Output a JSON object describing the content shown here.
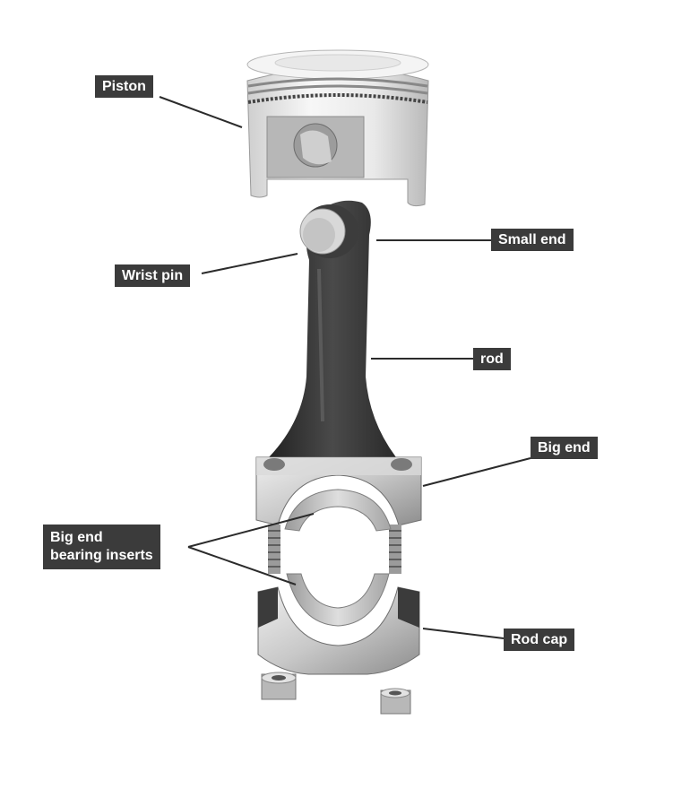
{
  "labels": {
    "piston": "Piston",
    "small_end": "Small end",
    "wrist_pin": "Wrist pin",
    "rod": "rod",
    "big_end": "Big end",
    "bearing_inserts": "Big end\nbearing inserts",
    "rod_cap": "Rod cap"
  },
  "colors": {
    "label_bg": "#3b3b3b",
    "label_text": "#ffffff",
    "rod_dark": "#3a3a3a",
    "metal_light": "#e6e6e6",
    "metal_mid": "#bdbdbd"
  }
}
